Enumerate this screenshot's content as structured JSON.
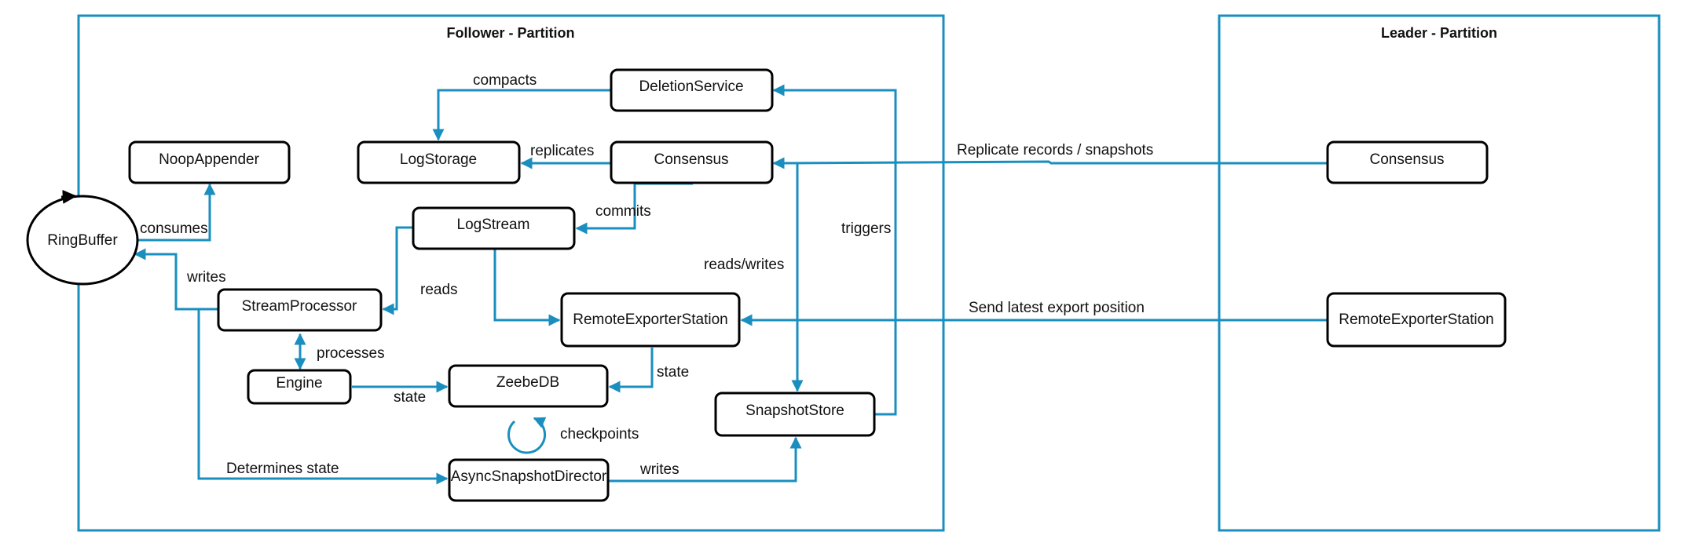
{
  "partitions": {
    "follower": "Follower - Partition",
    "leader": "Leader - Partition"
  },
  "nodes": {
    "deletion_service": "DeletionService",
    "noop_appender": "NoopAppender",
    "log_storage": "LogStorage",
    "consensus": "Consensus",
    "ring_buffer": "RingBuffer",
    "log_stream": "LogStream",
    "stream_processor": "StreamProcessor",
    "remote_exporter_station": "RemoteExporterStation",
    "engine": "Engine",
    "zeebe_db": "ZeebeDB",
    "snapshot_store": "SnapshotStore",
    "async_snapshot_director": "AsyncSnapshotDirector",
    "leader_consensus": "Consensus",
    "leader_remote_exporter_station": "RemoteExporterStation"
  },
  "edges": {
    "compacts": "compacts",
    "replicates": "replicates",
    "consumes": "consumes",
    "commits": "commits",
    "writes_ringbuffer": "writes",
    "reads": "reads",
    "reads_writes": "reads/writes",
    "triggers": "triggers",
    "processes": "processes",
    "state_remote": "state",
    "state_engine": "state",
    "checkpoints": "checkpoints",
    "determines_state": "Determines state",
    "writes_snapshot": "writes",
    "replicate_records": "Replicate records / snapshots",
    "send_export_position": "Send latest export position"
  },
  "colors": {
    "edge": "#1a8fbf",
    "partition_border": "#1a8fbf",
    "node_border": "#000000"
  }
}
